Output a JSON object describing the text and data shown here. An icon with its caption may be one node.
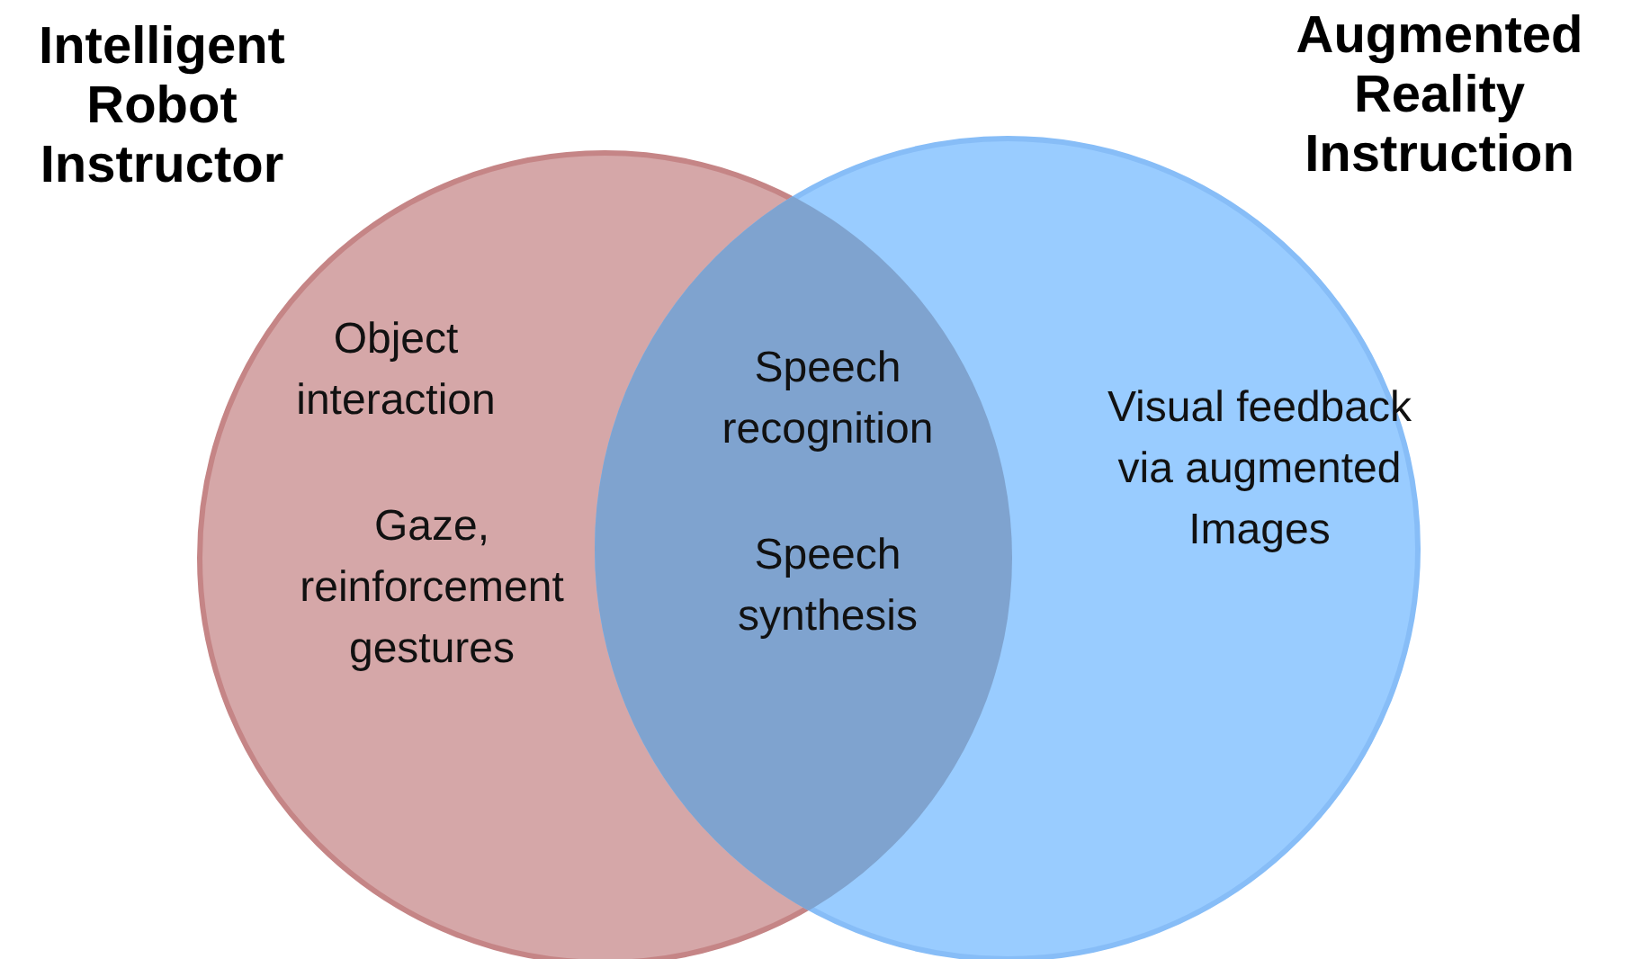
{
  "diagram": {
    "nodes": [
      {
        "text": [
          "Intelligent Robot Instructor",
          "Object interaction",
          "Gaze, reinforcement gestures"
        ]
      },
      {
        "text": [
          "Augmented Reality Instruction",
          "Visual feedback via augmented Images"
        ]
      }
    ],
    "labels": [
      "Speech recognition",
      "Speech synthesis"
    ]
  }
}
